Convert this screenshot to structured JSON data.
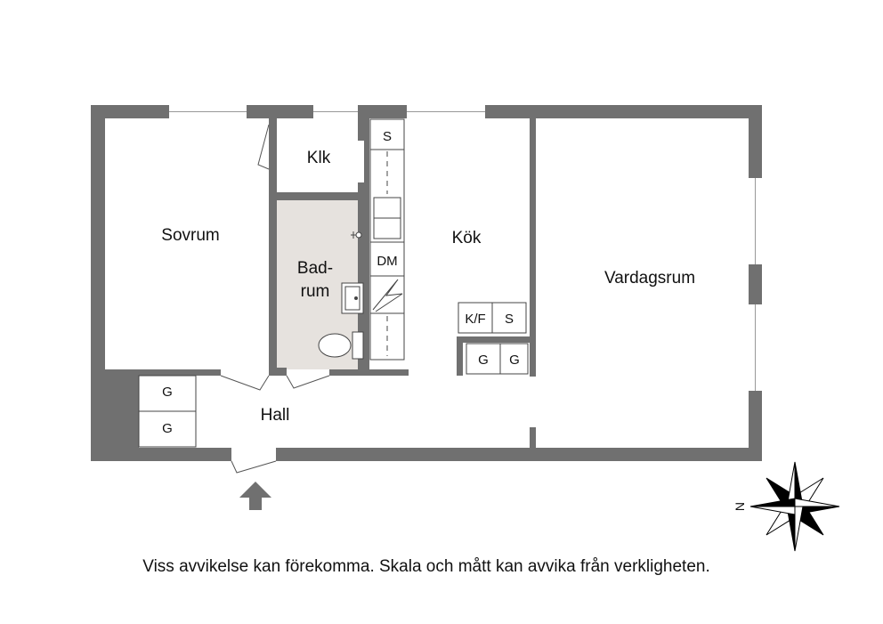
{
  "rooms": {
    "sovrum": "Sovrum",
    "klk": "Klk",
    "bad_line1": "Bad-",
    "bad_line2": "rum",
    "kok": "Kök",
    "vardagsrum": "Vardagsrum",
    "hall": "Hall"
  },
  "fixtures": {
    "s_top": "S",
    "dm": "DM",
    "kf": "K/F",
    "s_counter": "S",
    "g_kitchen_1": "G",
    "g_kitchen_2": "G",
    "g_hall_1": "G",
    "g_hall_2": "G"
  },
  "compass": {
    "north": "N"
  },
  "footer": {
    "disclaimer": "Viss avvikelse kan förekomma. Skala och mått kan avvika från verkligheten."
  },
  "colors": {
    "wall": "#707070",
    "bathroom_floor": "#e6e2de",
    "fixture_stroke": "#444444"
  }
}
